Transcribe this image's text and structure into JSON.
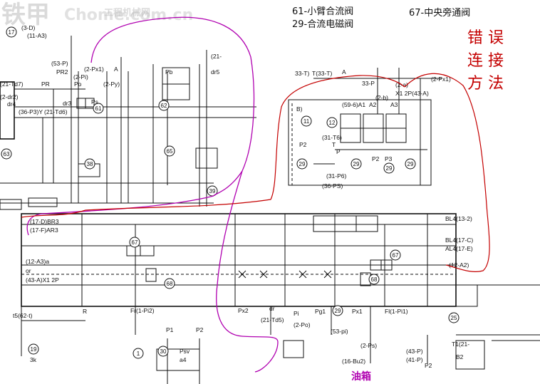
{
  "watermark": {
    "main": "铁甲",
    "sub": "工程机械网",
    "url": "Chome.com.cn"
  },
  "legend": {
    "l61": "61-小臂合流阀",
    "l29": "29-合流电磁阀",
    "l67": "67-中央旁通阀"
  },
  "annotation": {
    "line1": "错 误",
    "line2": "连 接",
    "line3": "方 法"
  },
  "tank_label": "油箱",
  "components": [
    "17",
    "61",
    "62",
    "63",
    "65",
    "38",
    "39",
    "11",
    "12",
    "29",
    "67",
    "68",
    "25",
    "19",
    "1",
    "30"
  ],
  "labels": {
    "t1": "(3-D)",
    "t2": "(11-A3)",
    "t3": "(53-P)",
    "t4": "PR2",
    "t5": "(2-Px1)",
    "t6": "(2-Pi)",
    "t7": "Po",
    "t8": "(2-Py)",
    "t9": "Ps",
    "t10": "A",
    "t11": "Pb",
    "t12": "(21-",
    "t13": "dr5",
    "t14": "(21-Td7)",
    "t15": "PR",
    "t16": "(2-dr2)",
    "t17": "dr4",
    "t18": "(36-P3)Y",
    "t19": "dr3",
    "t20": "(21-Td6)",
    "t21": "33-T)",
    "t22": "T(33-T)",
    "t23": "A",
    "t24": "33-P",
    "t25": "(2-a)",
    "t26": "X1 2P(43-A)",
    "t27": "(2-Px1)",
    "t28": "(2-b)",
    "t29": "B)",
    "t30": "(59-6)A1",
    "t31": "A2",
    "t32": "A3",
    "t33": "(31-T6)",
    "t34": "T",
    "t35": "P",
    "t36": "P2",
    "t37": "P2",
    "t38": "P3",
    "t39": "(31-P6)",
    "t40": "(36-PS)",
    "t41": "BL4(13-2)",
    "t42": "(17-D)BR3",
    "t43": "(17-F)AR3",
    "t44": "BL4(17-C)",
    "t45": "AL4(17-E)",
    "t46": "(12-A2)",
    "t47": "(12-A3)a",
    "t48": "or",
    "t49": "(43-A)X1 2P",
    "t50": "Fr(1-Pi2)",
    "t51": "R",
    "t52": "Px2",
    "t53": "dr",
    "t54": "(21-Td5)",
    "t55": "Pi",
    "t56": "(2-Po)",
    "t57": "Pg1",
    "t58": "Px1",
    "t59": "Fl(1-Pi1)",
    "t60": "t5(62-t)",
    "t61": "(53-pi)",
    "t62": "(2-Ps)",
    "t63": "(16-Bu2)",
    "t64": "3k",
    "t65": "P1",
    "t66": "P2",
    "t67": "Psv",
    "t68": "a4",
    "t69": "(43-P)",
    "t70": "(41-P)",
    "t71": "P2",
    "t72": "T1(21-",
    "t73": "B2"
  }
}
